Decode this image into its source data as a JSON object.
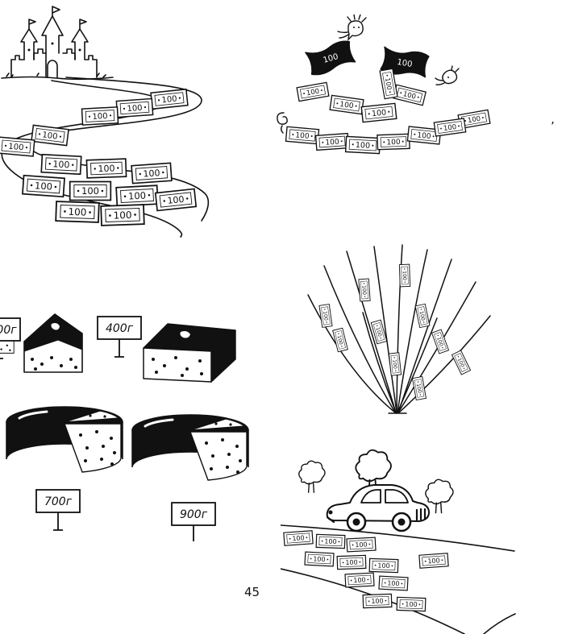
{
  "page": {
    "number": "45",
    "ink_color": "#111111",
    "paper_color": "#ffffff",
    "stray_mark": "’"
  },
  "illustrations": {
    "castle_money_road": {
      "bill_label": "100"
    },
    "flying_money": {
      "bill_label": "100"
    },
    "cheese_prices": {
      "price_partial": "00г",
      "price_wedge": "400г",
      "price_wheel_small": "700г",
      "price_wheel_large": "900г"
    },
    "money_plant": {
      "bill_label": "100"
    },
    "car_money_road": {
      "bill_label": "100"
    }
  }
}
